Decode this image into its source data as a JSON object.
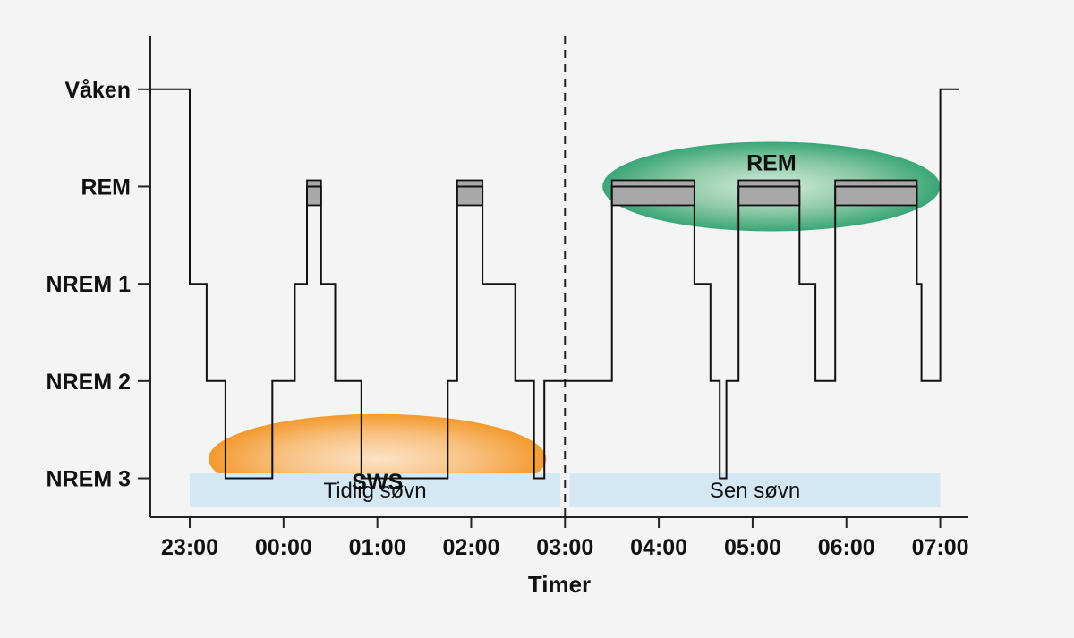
{
  "chart_data": {
    "type": "line",
    "xlabel": "Timer",
    "x_ticks": [
      "23:00",
      "00:00",
      "01:00",
      "02:00",
      "03:00",
      "04:00",
      "05:00",
      "06:00",
      "07:00"
    ],
    "y_categories": [
      "NREM 3",
      "NREM 2",
      "NREM 1",
      "REM",
      "Våken"
    ],
    "xlim": [
      22.58,
      31.3
    ],
    "ylim": [
      0.6,
      5.55
    ],
    "divider_x": 27.0,
    "series": [
      {
        "x": [
          22.58,
          23.0,
          23.0,
          23.18,
          23.18,
          23.38,
          23.38,
          23.88,
          23.88,
          24.12,
          24.12,
          24.25,
          24.25,
          24.4,
          24.4,
          24.55,
          24.55,
          24.83,
          24.83,
          25.75,
          25.75,
          25.85,
          25.85,
          26.12,
          26.12,
          26.47,
          26.47,
          26.67,
          26.67,
          26.78,
          26.78,
          26.83,
          26.83,
          27.5,
          27.5,
          28.38,
          28.38,
          28.55,
          28.55,
          28.65,
          28.65,
          28.72,
          28.72,
          28.85,
          28.85,
          29.5,
          29.5,
          29.67,
          29.67,
          29.88,
          29.88,
          30.75,
          30.75,
          30.8,
          30.8,
          31.0,
          31.0,
          31.2
        ],
        "y": [
          5,
          5,
          3,
          3,
          2,
          2,
          1,
          1,
          2,
          2,
          3,
          3,
          4,
          4,
          3,
          3,
          2,
          2,
          1,
          1,
          2,
          2,
          4,
          4,
          3,
          3,
          2,
          2,
          1,
          1,
          2,
          2,
          2,
          2,
          4,
          4,
          3,
          3,
          2,
          2,
          1,
          1,
          2,
          2,
          4,
          4,
          3,
          3,
          2,
          2,
          4,
          4,
          3,
          3,
          2,
          2,
          5,
          5
        ]
      }
    ],
    "rem_blocks": [
      {
        "x_start": 24.25,
        "x_end": 24.4
      },
      {
        "x_start": 25.85,
        "x_end": 26.12
      },
      {
        "x_start": 27.5,
        "x_end": 28.38
      },
      {
        "x_start": 28.85,
        "x_end": 29.5
      },
      {
        "x_start": 29.88,
        "x_end": 30.75
      }
    ],
    "regions": [
      {
        "label": "Tidlig søvn",
        "x_start": 23.0,
        "x_end": 26.95
      },
      {
        "label": "Sen søvn",
        "x_start": 27.05,
        "x_end": 31.0
      }
    ],
    "highlights": [
      {
        "label": "SWS",
        "color": "#f39a2e",
        "center_x": 25.0,
        "center_y": 1.2,
        "span_x": 3.6
      },
      {
        "label": "REM",
        "color": "#3aa677",
        "center_x": 29.2,
        "center_y": 4.0,
        "span_x": 3.6
      }
    ],
    "colors": {
      "line": "#111111",
      "rem_fill": "#a8a8a8",
      "region_bar": "#d3e8f3",
      "background": "#f4f4f4"
    }
  }
}
